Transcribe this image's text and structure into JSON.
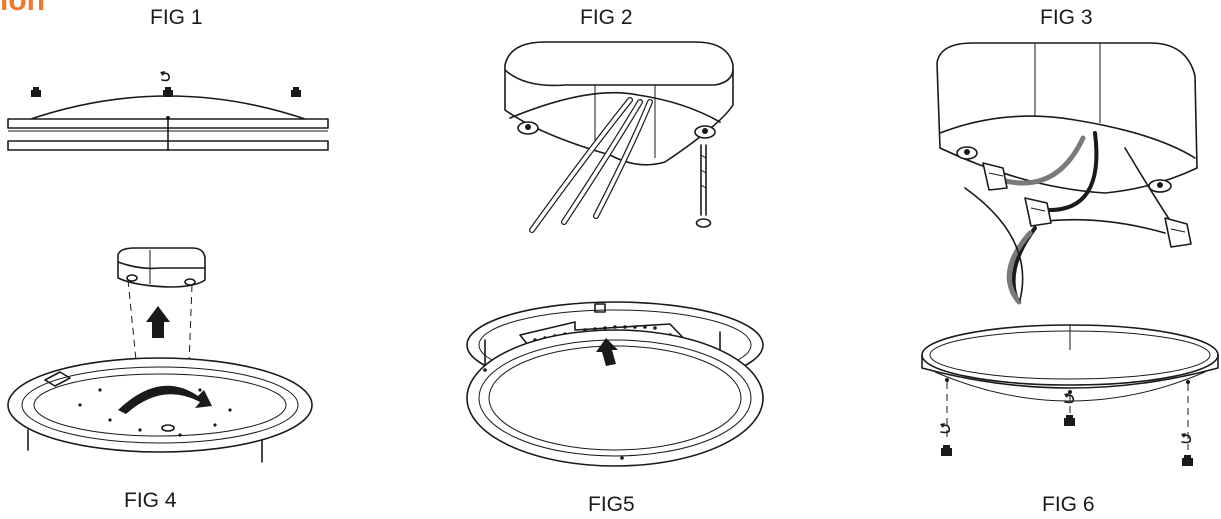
{
  "heading_fragment": "ion",
  "figures": [
    {
      "label": "FIG 1"
    },
    {
      "label": "FIG 2"
    },
    {
      "label": "FIG 3"
    },
    {
      "label": "FIG 4"
    },
    {
      "label": "FIG5"
    },
    {
      "label": "FIG 6"
    }
  ],
  "colors": {
    "accent": "#f07a2a",
    "line": "#1a1a1a",
    "background": "#ffffff"
  },
  "icons": {
    "rotate": "rotate-arrow-icon",
    "up": "up-arrow-icon",
    "turn": "turn-arrow-icon"
  }
}
